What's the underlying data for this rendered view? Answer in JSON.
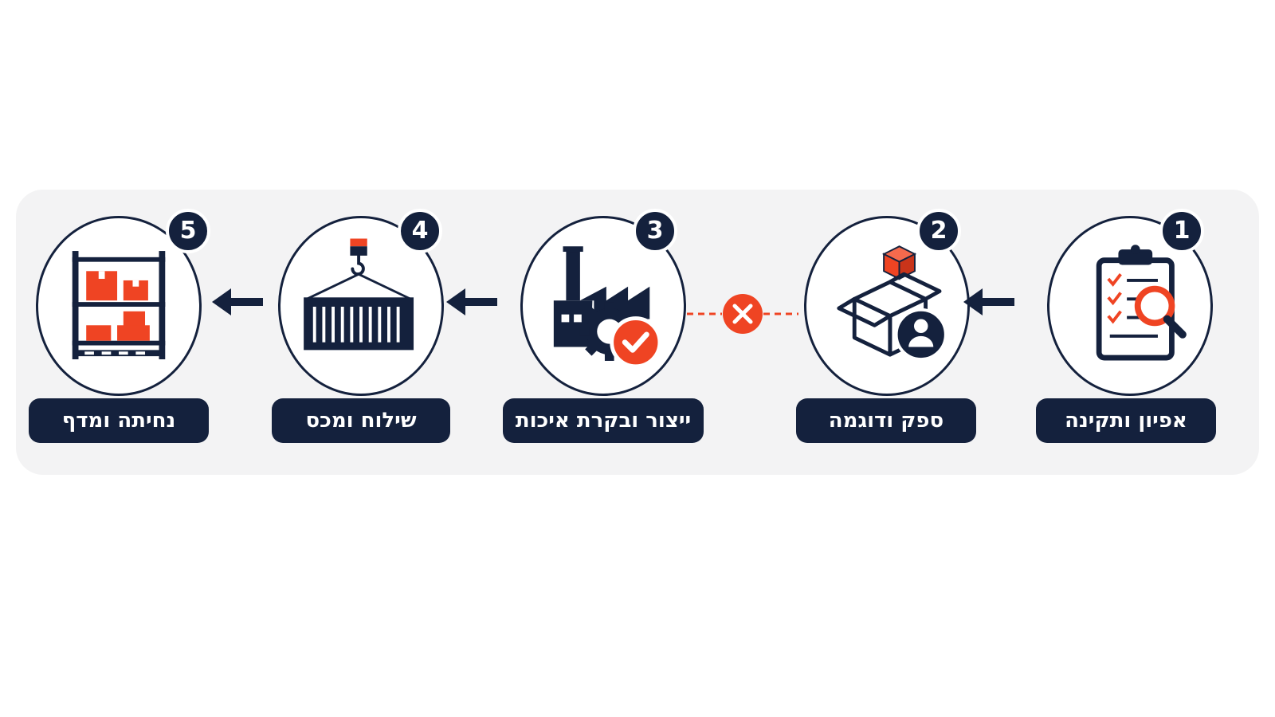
{
  "colors": {
    "navy": "#14213d",
    "accent": "#ef4423",
    "panel": "#f3f3f4"
  },
  "steps": [
    {
      "number": "1",
      "label": "אפיון ותקינה",
      "icon": "clipboard-checklist-magnifier-icon"
    },
    {
      "number": "2",
      "label": "ספק ודוגמה",
      "icon": "box-with-supplier-icon"
    },
    {
      "number": "3",
      "label": "ייצור ובקרת איכות",
      "icon": "factory-gear-check-icon"
    },
    {
      "number": "4",
      "label": "שילוח ומכס",
      "icon": "crane-container-icon"
    },
    {
      "number": "5",
      "label": "נחיתה ומדף",
      "icon": "warehouse-shelf-icon"
    }
  ],
  "connectors": [
    {
      "from": "1",
      "to": "2",
      "type": "arrow"
    },
    {
      "from": "2",
      "to": "3",
      "type": "blocked",
      "icon": "x-mark-icon"
    },
    {
      "from": "3",
      "to": "4",
      "type": "arrow"
    },
    {
      "from": "4",
      "to": "5",
      "type": "arrow"
    }
  ]
}
